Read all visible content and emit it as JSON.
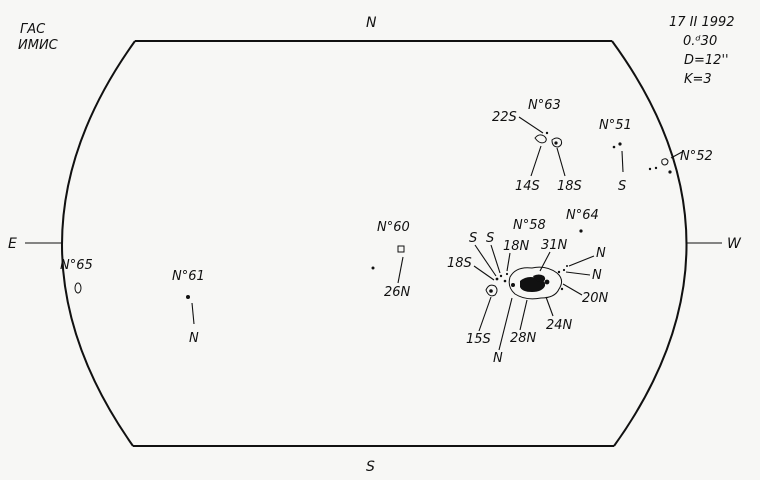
{
  "header": {
    "observatory": [
      "ГАС",
      "ИМИС"
    ],
    "date": "17 II 1992",
    "time": "0.ᵈ30",
    "diameter": "D=12''",
    "k_index": "K=3"
  },
  "cardinals": {
    "north": "N",
    "south": "S",
    "east": "E",
    "west": "W"
  },
  "groups": {
    "g65": "N°65",
    "g61": "N°61",
    "g61_pol": "N",
    "g60": "N°60",
    "g60_pol": "26N",
    "g58": "N°58",
    "g64": "N°64",
    "g63": "N°63",
    "g63_a": "22S",
    "g63_b": "14S",
    "g63_c": "18S",
    "g51": "N°51",
    "g51_pol": "S",
    "g52": "N°52"
  },
  "g58_labels": {
    "s1": "S",
    "s2": "S",
    "n18": "18N",
    "n31": "31N",
    "s18": "18S",
    "n_r1": "N",
    "n_r2": "N",
    "n20": "20N",
    "n24": "24N",
    "s15": "15S",
    "n_b": "N",
    "n28": "28N"
  }
}
